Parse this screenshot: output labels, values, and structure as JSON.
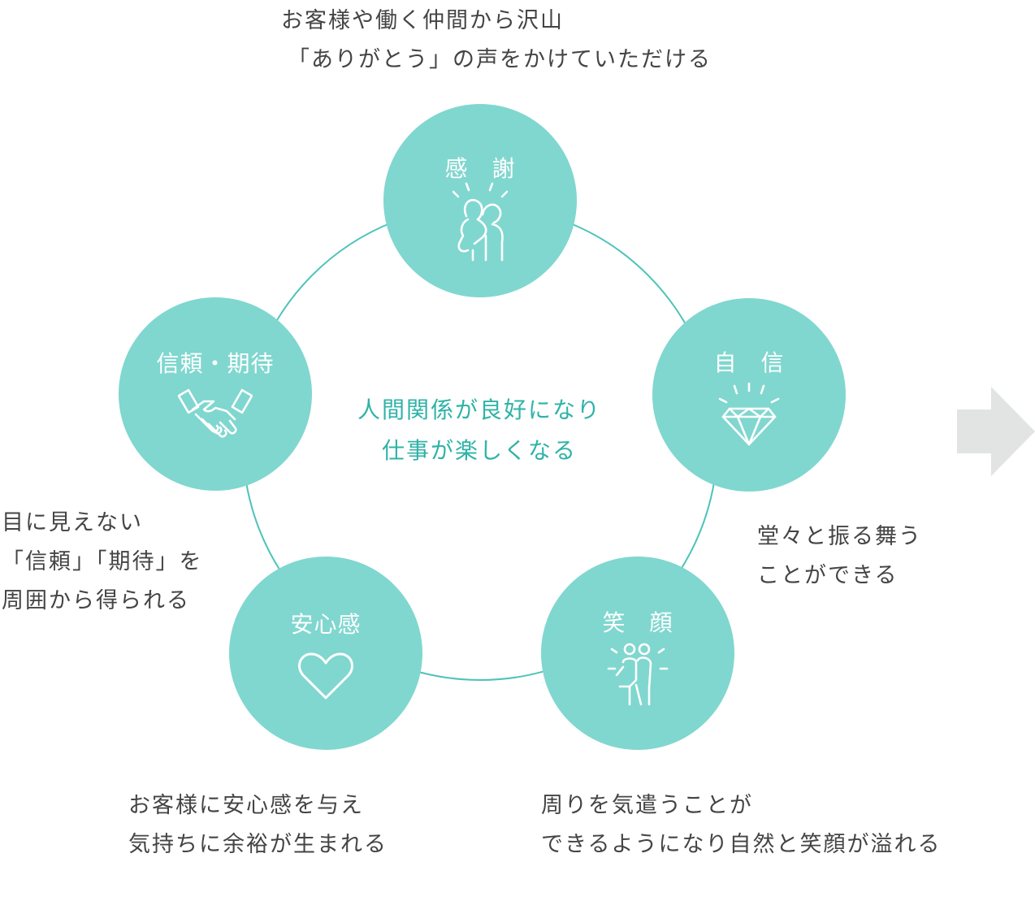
{
  "colors": {
    "node": "#80d7cf",
    "ring": "#4cc3b8",
    "center_text": "#2fb3a7",
    "caption": "#444444",
    "arrow": "#e2e4e4"
  },
  "center": {
    "line1": "人間関係が良好になり",
    "line2": "仕事が楽しくなる"
  },
  "nodes": {
    "gratitude": {
      "title": "感　謝",
      "icon": "hug-icon"
    },
    "confidence": {
      "title": "自　信",
      "icon": "diamond-icon"
    },
    "smile": {
      "title": "笑　顔",
      "icon": "people-icon"
    },
    "security": {
      "title": "安心感",
      "icon": "heart-icon"
    },
    "trust": {
      "title": "信頼・期待",
      "icon": "handshake-icon"
    }
  },
  "captions": {
    "gratitude": {
      "line1": "お客様や働く仲間から沢山",
      "line2": "「ありがとう」の声をかけていただける"
    },
    "confidence": {
      "line1": "堂々と振る舞う",
      "line2": "ことができる"
    },
    "smile": {
      "line1": "周りを気遣うことが",
      "line2": "できるようになり自然と笑顔が溢れる"
    },
    "security": {
      "line1": "お客様に安心感を与え",
      "line2": "気持ちに余裕が生まれる"
    },
    "trust": {
      "line1": "目に見えない",
      "line2": "「信頼」「期待」を",
      "line3": "周囲から得られる"
    }
  },
  "arrow": {
    "icon": "right-arrow-icon"
  }
}
